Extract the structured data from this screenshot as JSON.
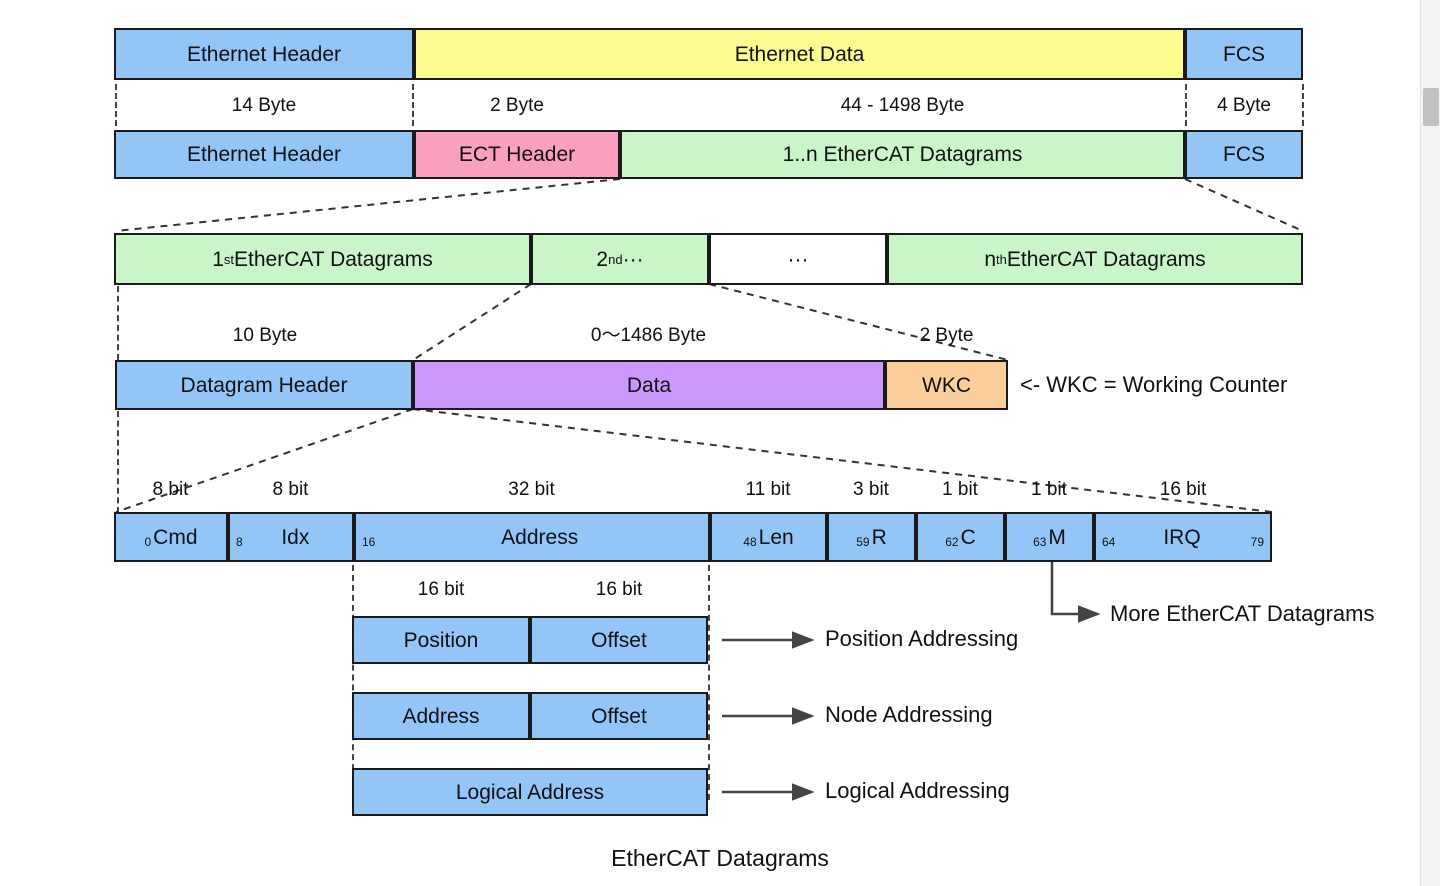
{
  "caption": "EtherCAT Datagrams",
  "colors": {
    "blue": "#93c5f7",
    "yellow": "#fbfb8f",
    "pink": "#f9a0c0",
    "green": "#c9f5c9",
    "purple": "#cb99fb",
    "orange": "#fbcf9b",
    "border": "#1a1a1a"
  },
  "ethernet_frame": {
    "cells": [
      {
        "label": "Ethernet Header",
        "color": "blue"
      },
      {
        "label": "Ethernet Data",
        "color": "yellow"
      },
      {
        "label": "FCS",
        "color": "blue"
      }
    ]
  },
  "size_row_1": {
    "labels": [
      "14 Byte",
      "2 Byte",
      "44 - 1498 Byte",
      "4 Byte"
    ]
  },
  "ethercat_frame": {
    "cells": [
      {
        "label": "Ethernet Header",
        "color": "blue"
      },
      {
        "label": "ECT Header",
        "color": "pink"
      },
      {
        "label": "1..n EtherCAT Datagrams",
        "color": "green"
      },
      {
        "label": "FCS",
        "color": "blue"
      }
    ]
  },
  "datagram_list": {
    "cells": [
      {
        "prefix": "1",
        "ordinal": "st",
        "suffix": " EtherCAT Datagrams",
        "color": "green"
      },
      {
        "prefix": "2",
        "ordinal": "nd",
        "suffix": "  ···",
        "color": "green"
      },
      {
        "prefix": "",
        "ordinal": "",
        "suffix": "···",
        "color": "white"
      },
      {
        "prefix": "n",
        "ordinal": "th",
        "suffix": " EtherCAT Datagrams",
        "color": "green"
      }
    ]
  },
  "size_row_2": {
    "labels": [
      "10 Byte",
      "0～1486 Byte",
      "2 Byte"
    ]
  },
  "datagram_detail": {
    "cells": [
      {
        "label": "Datagram Header",
        "color": "blue"
      },
      {
        "label": "Data",
        "color": "purple"
      },
      {
        "label": "WKC",
        "color": "orange"
      }
    ],
    "wkc_note": "<- WKC = Working Counter"
  },
  "bit_size_row": {
    "labels": [
      "8 bit",
      "8 bit",
      "32 bit",
      "11 bit",
      "3 bit",
      "1 bit",
      "1 bit",
      "16 bit"
    ]
  },
  "datagram_header_fields": [
    {
      "name": "Cmd",
      "start_bit": "0",
      "end_bit": "",
      "width_bits": 8
    },
    {
      "name": "Idx",
      "start_bit": "8",
      "end_bit": "",
      "width_bits": 8
    },
    {
      "name": "Address",
      "start_bit": "16",
      "end_bit": "",
      "width_bits": 32
    },
    {
      "name": "Len",
      "start_bit": "48",
      "end_bit": "",
      "width_bits": 11
    },
    {
      "name": "R",
      "start_bit": "59",
      "end_bit": "",
      "width_bits": 3
    },
    {
      "name": "C",
      "start_bit": "62",
      "end_bit": "",
      "width_bits": 1
    },
    {
      "name": "M",
      "start_bit": "63",
      "end_bit": "",
      "width_bits": 1
    },
    {
      "name": "IRQ",
      "start_bit": "64",
      "end_bit": "79",
      "width_bits": 16
    }
  ],
  "more_datagrams_label": "More EtherCAT Datagrams",
  "address_bit_row": {
    "labels": [
      "16 bit",
      "16 bit"
    ]
  },
  "addressing_modes": [
    {
      "fields": [
        {
          "label": "Position"
        },
        {
          "label": "Offset"
        }
      ],
      "annotation": "Position Addressing"
    },
    {
      "fields": [
        {
          "label": "Address"
        },
        {
          "label": "Offset"
        }
      ],
      "annotation": "Node Addressing"
    },
    {
      "fields": [
        {
          "label": "Logical Address"
        }
      ],
      "annotation": "Logical Addressing"
    }
  ]
}
